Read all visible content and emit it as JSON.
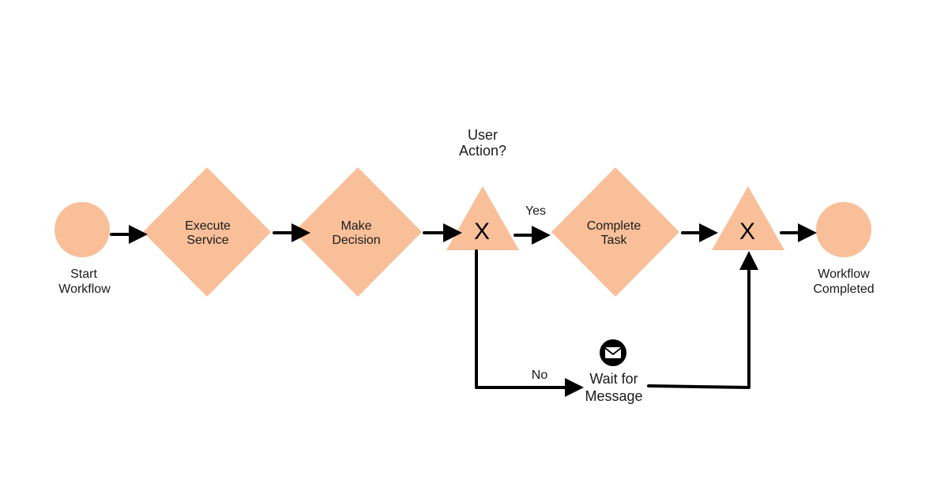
{
  "colors": {
    "node_fill": "#f9bf99",
    "edge": "#000000",
    "text": "#1a1a1a"
  },
  "nodes": {
    "start": {
      "line1": "Start",
      "line2": "Workflow"
    },
    "execute_service": {
      "line1": "Execute",
      "line2": "Service"
    },
    "make_decision": {
      "line1": "Make",
      "line2": "Decision"
    },
    "gateway_user_action": {
      "symbol": "X",
      "question_line1": "User",
      "question_line2": "Action?"
    },
    "complete_task": {
      "line1": "Complete",
      "line2": "Task"
    },
    "gateway_merge": {
      "symbol": "X"
    },
    "end": {
      "line1": "Workflow",
      "line2": "Completed"
    },
    "wait_message": {
      "line1": "Wait for",
      "line2": "Message",
      "icon": "envelope-icon"
    }
  },
  "edges": {
    "yes_label": "Yes",
    "no_label": "No"
  }
}
